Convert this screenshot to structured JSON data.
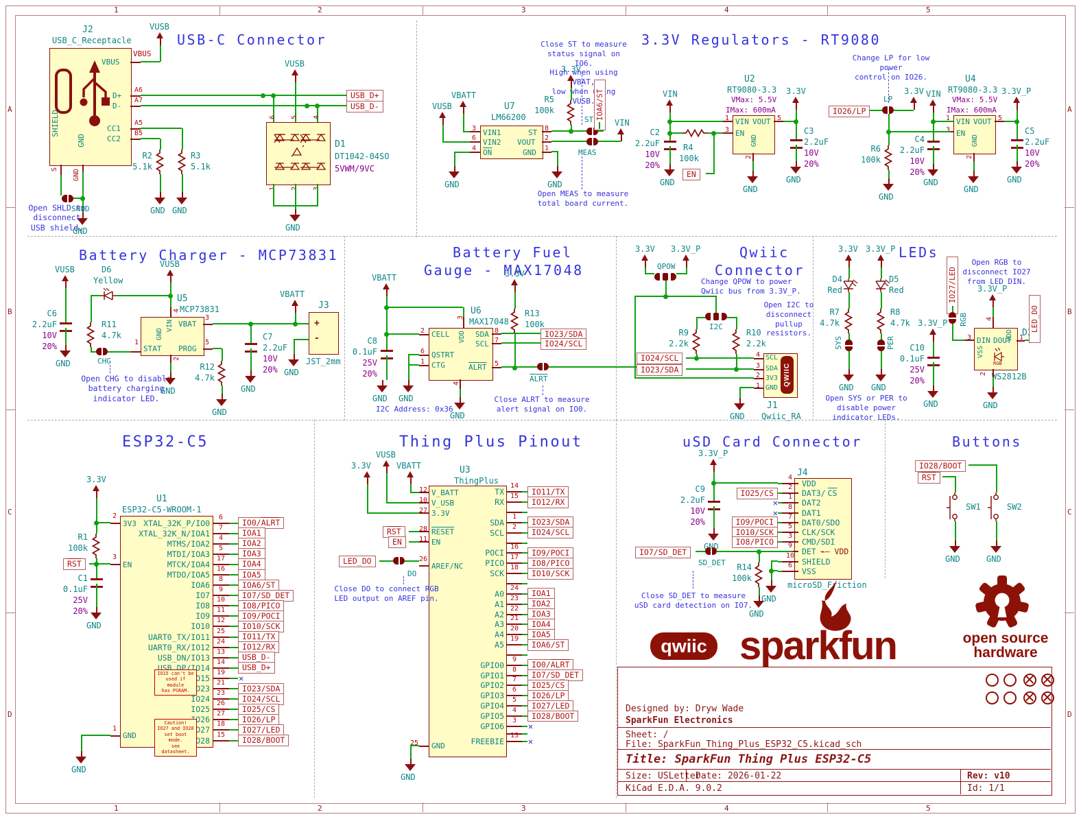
{
  "nets": {
    "gnd": "GND",
    "v33": "3.3V",
    "v33p": "3.3V_P",
    "vusb": "VUSB",
    "vbatt": "VBATT",
    "vin": "VIN",
    "vbus": "VBUS"
  },
  "border": {
    "cols": [
      "1",
      "2",
      "3",
      "4",
      "5"
    ],
    "rows": [
      "A",
      "B",
      "C",
      "D"
    ]
  },
  "flags": {
    "usb_dp": "USB_D+",
    "usb_dm": "USB_D-",
    "ioa6_st": "IOA6/ST",
    "io26_lp": "IO26/LP",
    "io23_sda": "IO23/SDA",
    "io24_scl": "IO24/SCL",
    "io0_pre": "IO0/",
    "alrt": "ALRT",
    "io27_led": "IO27/LED",
    "led_do": "LED_DO",
    "rst": "RST",
    "en": "EN",
    "io7_sddet": "IO7/SD_DET",
    "io25_cs": "IO25/CS",
    "io9_poci": "IO9/POCI",
    "io10_sck": "IO10/SCK",
    "io8_pico": "IO8/PICO",
    "io28_boot": "IO28/BOOT"
  },
  "jp": {
    "shld": "SHLD",
    "st": "ST",
    "meas": "MEAS",
    "lp": "LP",
    "chg": "CHG",
    "alrt": "ALRT",
    "qpow": "QPOW",
    "i2c": "I2C",
    "sys": "SYS",
    "per": "PER",
    "rgb": "RGB",
    "do": "DO",
    "sddet": "SD_DET"
  },
  "parts": {
    "r1": {
      "ref": "R1",
      "val": "100k"
    },
    "r2": {
      "ref": "R2",
      "val": "5.1k"
    },
    "r3": {
      "ref": "R3",
      "val": "5.1k"
    },
    "r4": {
      "ref": "R4",
      "val": "100k"
    },
    "r5": {
      "ref": "R5",
      "val": "100k"
    },
    "r6": {
      "ref": "R6",
      "val": "100k"
    },
    "r7": {
      "ref": "R7",
      "val": "4.7k"
    },
    "r8": {
      "ref": "R8",
      "val": "4.7k"
    },
    "r9": {
      "ref": "R9",
      "val": "2.2k"
    },
    "r10": {
      "ref": "R10",
      "val": "2.2k"
    },
    "r11": {
      "ref": "R11",
      "val": "4.7k"
    },
    "r12": {
      "ref": "R12",
      "val": "4.7k"
    },
    "r13": {
      "ref": "R13",
      "val": "100k"
    },
    "r14": {
      "ref": "R14",
      "val": "100k"
    },
    "c1": {
      "ref": "C1",
      "val": "0.1uF",
      "v": "25V",
      "t": "20%"
    },
    "c2": {
      "ref": "C2",
      "val": "2.2uF",
      "v": "10V",
      "t": "20%"
    },
    "c3": {
      "ref": "C3",
      "val": "2.2uF",
      "v": "10V",
      "t": "20%"
    },
    "c4": {
      "ref": "C4",
      "val": "2.2uF",
      "v": "10V",
      "t": "20%"
    },
    "c5": {
      "ref": "C5",
      "val": "2.2uF",
      "v": "10V",
      "t": "20%"
    },
    "c6": {
      "ref": "C6",
      "val": "2.2uF",
      "v": "10V",
      "t": "20%"
    },
    "c7": {
      "ref": "C7",
      "val": "2.2uF",
      "v": "10V",
      "t": "20%"
    },
    "c8": {
      "ref": "C8",
      "val": "0.1uF",
      "v": "25V",
      "t": "20%"
    },
    "c9": {
      "ref": "C9",
      "val": "2.2uF",
      "v": "10V",
      "t": "20%"
    },
    "c10": {
      "ref": "C10",
      "val": "0.1uF",
      "v": "25V",
      "t": "20%"
    },
    "d1": {
      "ref": "D1",
      "val": "DT1042-04SO",
      "f": "5VWM/9VC"
    },
    "d2": {
      "ref": "D2",
      "val": "WS2812B"
    },
    "d4": {
      "ref": "D4",
      "val": "Red"
    },
    "d5": {
      "ref": "D5",
      "val": "Red"
    },
    "d6": {
      "ref": "D6",
      "val": "Yellow"
    },
    "sw1": "SW1",
    "sw2": "SW2"
  },
  "usb": {
    "title": "USB-C Connector",
    "j2_ref": "J2",
    "j2_val": "USB_C_Receptacle",
    "pins": {
      "vbus": "VBUS",
      "dp": "D+",
      "dm": "D-",
      "cc1": "CC1",
      "cc2": "CC2",
      "shield": "SHIELD",
      "gnd": "GND"
    },
    "nums": {
      "a6": "A6",
      "a7": "A7",
      "a5": "A5",
      "b5": "B5",
      "s": "S",
      "gnd": "GND"
    },
    "vbus_label": "VBUS",
    "d1_nums": {
      "n6": "6",
      "n5": "5",
      "n4": "4",
      "n1": "1",
      "n2": "2",
      "n3": "3"
    },
    "note": "Open SHLD to\ndisconnect\nUSB shield."
  },
  "reg": {
    "title": "3.3V Regulators - RT9080",
    "st_note": "Close ST to measure\nstatus signal on IO6.\nHigh when using VBAT,\nlow when using VUSB.",
    "meas_note": "Open MEAS to measure\ntotal board current.",
    "lp_note": "Change LP for low power\ncontrol on IO26.",
    "u7": {
      "ref": "U7",
      "val": "LM66200",
      "vin1": "VIN1",
      "vin2": "VIN2",
      "on": "ON",
      "st": "ST",
      "vout": "VOUT",
      "gnd": "GND",
      "n3": "3",
      "n6": "6",
      "n4": "4",
      "n8": "8",
      "n2": "2",
      "n1": "1"
    },
    "u2": {
      "ref": "U2",
      "val": "RT9080-3.3",
      "f1": "VMax: 5.5V",
      "f2": "IMax: 600mA"
    },
    "u4": {
      "ref": "U4",
      "val": "RT9080-3.3",
      "f1": "VMax: 5.5V",
      "f2": "IMax: 600mA"
    },
    "rt": {
      "vin": "VIN",
      "en": "EN",
      "vout": "VOUT",
      "gnd": "GND",
      "n1": "1",
      "n3": "3",
      "n5": "5",
      "n2": "2"
    }
  },
  "chg": {
    "title": "Battery Charger - MCP73831",
    "u5": {
      "ref": "U5",
      "val": "MCP73831",
      "stat": "STAT",
      "vbat": "VBAT",
      "prog": "PROG",
      "vin": "VIN",
      "gnd": "GND",
      "n1": "1",
      "n2": "2",
      "n3": "3",
      "n4": "4",
      "n5": "5"
    },
    "j3": {
      "ref": "J3",
      "val": "JST_2mm",
      "plus": "+",
      "minus": "-"
    },
    "note": "Open CHG to disable\nbattery charging\nindicator LED."
  },
  "fg": {
    "title1": "Battery Fuel",
    "title2": "Gauge - MAX17048",
    "u6": {
      "ref": "U6",
      "val": "MAX17048",
      "cell": "CELL",
      "qstrt": "QSTRT",
      "ctg": "CTG",
      "vdd": "VDD",
      "gnd": "GND",
      "sda": "SDA",
      "scl": "SCL",
      "alrt": "ALRT",
      "n2": "2",
      "n6": "6",
      "n1": "1",
      "n3": "3",
      "n4": "4",
      "n8": "8",
      "n7": "7",
      "n5": "5"
    },
    "i2c_addr": "I2C Address: 0x36",
    "note": "Close ALRT to measure\nalert signal on IO0."
  },
  "qw": {
    "title1": "Qwiic",
    "title2": "Connector",
    "qpow_note": "Change QPOW to power\nQwiic bus from 3.3V_P.",
    "i2c_note": "Open I2C to\ndisconnect\npullup resistors.",
    "j1": {
      "ref": "J1",
      "val": "Qwiic_RA",
      "scl": "SCL",
      "sda": "SDA",
      "v3": "3V3",
      "gnd": "GND",
      "n4": "4",
      "n3": "3",
      "n2": "2",
      "n1": "1",
      "logo": "QWIIC"
    }
  },
  "led": {
    "title": "LEDs",
    "sysper_note": "Open SYS or PER to\ndisable power\nindicator LEDs.",
    "rgb_note": "Open RGB to\ndisconnect IO27\nfrom LED DIN.",
    "d2": {
      "din": "DIN",
      "dout": "DOUT",
      "vdd": "VDD",
      "vss": "VSS",
      "rgb": "RGB",
      "n3": "3",
      "n1": "1",
      "n4": "4",
      "n2": "2"
    }
  },
  "esp": {
    "title": "ESP32-C5",
    "u1_ref": "U1",
    "u1_val": "ESP32-C5-WROOM-1",
    "n2": "2",
    "n3": "3",
    "n1": "1",
    "p3v3": "3V3",
    "pen": "EN",
    "pgnd": "GND",
    "note1": "IO15 can't be\nused if module\nhas PSRAM.",
    "note2": "Caution!\nIO27 and IO28\nset boot mode.\nsee datasheet.",
    "right": [
      {
        "num": "6",
        "name": "XTAL_32K_P/IO0",
        "label": "IO0/",
        "label2": "ALRT"
      },
      {
        "num": "7",
        "name": "XTAL_32K_N/IOA1",
        "label": "IOA1"
      },
      {
        "num": "4",
        "name": "MTMS/IOA2",
        "label": "IOA2"
      },
      {
        "num": "5",
        "name": "MTDI/IOA3",
        "label": "IOA3"
      },
      {
        "num": "17",
        "name": "MTCK/IOA4",
        "label": "IOA4"
      },
      {
        "num": "16",
        "name": "MTDO/IOA5",
        "label": "IOA5"
      },
      {
        "num": "8",
        "name": "IOA6",
        "label": "IOA6/ST"
      },
      {
        "num": "9",
        "name": "IO7",
        "label": "IO7/SD_DET"
      },
      {
        "num": "10",
        "name": "IO8",
        "label": "IO8/PICO"
      },
      {
        "num": "11",
        "name": "IO9",
        "label": "IO9/POCI"
      },
      {
        "num": "12",
        "name": "IO10",
        "label": "IO10/SCK"
      },
      {
        "num": "25",
        "name": "UART0_TX/IO11",
        "label": "IO11/TX"
      },
      {
        "num": "24",
        "name": "UART0_RX/IO12",
        "label": "IO12/RX"
      },
      {
        "num": "13",
        "name": "USB_DN/IO13",
        "label": "USB_D-"
      },
      {
        "num": "14",
        "name": "USB_DP/IO14",
        "label": "USB_D+"
      },
      {
        "num": "19",
        "name": "IO15",
        "nc": "✕"
      },
      {
        "num": "21",
        "name": "IO23",
        "label": "IO23/SDA"
      },
      {
        "num": "23",
        "name": "IO24",
        "label": "IO24/SCL"
      },
      {
        "num": "26",
        "name": "IO25",
        "label": "IO25/CS"
      },
      {
        "num": "27",
        "name": "IO26",
        "label": "IO26/LP"
      },
      {
        "num": "18",
        "name": "IO27",
        "label": "IO27/LED"
      },
      {
        "num": "15",
        "name": "IO28",
        "label": "IO28/BOOT"
      }
    ]
  },
  "tp": {
    "title": "Thing Plus Pinout",
    "u3_ref": "U3",
    "u3_val": "ThingPlus",
    "lp": {
      "n12": "12",
      "vbatt": "V_BATT",
      "n10": "10",
      "vusb": "V_USB",
      "n27": "27",
      "v33": "3.3V",
      "n28": "28",
      "reset": "RESET",
      "n11": "11",
      "en": "EN",
      "n26": "26",
      "aref": "AREF/NC",
      "n25": "25",
      "gnd": "GND"
    },
    "do_note": "Close DO to connect RGB\nLED output on AREF pin.",
    "right": [
      {
        "num": "14",
        "name": "TX",
        "label": "IO11/TX"
      },
      {
        "num": "15",
        "name": "RX",
        "label": "IO12/RX"
      },
      {
        "cls": "gap"
      },
      {
        "num": "1",
        "name": "SDA",
        "label": "IO23/SDA"
      },
      {
        "num": "2",
        "name": "SCL",
        "label": "IO24/SCL"
      },
      {
        "cls": "gap"
      },
      {
        "num": "16",
        "name": "POCI",
        "label": "IO9/POCI"
      },
      {
        "num": "17",
        "name": "PICO",
        "label": "IO8/PICO"
      },
      {
        "num": "18",
        "name": "SCK",
        "label": "IO10/SCK"
      },
      {
        "cls": "gap"
      },
      {
        "num": "24",
        "name": "A0",
        "label": "IOA1"
      },
      {
        "num": "23",
        "name": "A1",
        "label": "IOA2"
      },
      {
        "num": "22",
        "name": "A2",
        "label": "IOA3"
      },
      {
        "num": "21",
        "name": "A3",
        "label": "IOA4"
      },
      {
        "num": "20",
        "name": "A4",
        "label": "IOA5"
      },
      {
        "num": "19",
        "name": "A5",
        "label": "IOA6/ST"
      },
      {
        "cls": "gap"
      },
      {
        "num": "9",
        "name": "GPIO0",
        "label": "IO0/",
        "label2": "ALRT"
      },
      {
        "num": "8",
        "name": "GPIO1",
        "label": "IO7/SD_DET"
      },
      {
        "num": "7",
        "name": "GPIO2",
        "label": "IO25/CS"
      },
      {
        "num": "6",
        "name": "GPIO3",
        "label": "IO26/LP"
      },
      {
        "num": "5",
        "name": "GPIO4",
        "label": "IO27/LED"
      },
      {
        "num": "4",
        "name": "GPIO5",
        "label": "IO28/BOOT"
      },
      {
        "num": "3",
        "name": "GPIO6",
        "nc": "✕"
      },
      {
        "cls": "gaph"
      },
      {
        "num": "13",
        "name": "FREEBIE",
        "nc": "✕"
      }
    ]
  },
  "usd": {
    "title": "uSD Card Connector",
    "j4_ref": "J4",
    "j4_val": "microSD_Friction",
    "note": "Close SD_DET to measure\nuSD card detection on IO7.",
    "rows": [
      {
        "num": "4",
        "name": "VDD"
      },
      {
        "num": "2",
        "name": "DAT3/",
        "name2": "CS",
        "label": "IO25/CS"
      },
      {
        "num": "1",
        "name": "DAT2",
        "nc": "✕"
      },
      {
        "num": "8",
        "name": "DAT1",
        "nc": "✕"
      },
      {
        "num": "7",
        "name": "DAT0/SDO",
        "label": "IO9/POCI"
      },
      {
        "num": "5",
        "name": "CLK/SCK",
        "label": "IO10/SCK"
      },
      {
        "num": "3",
        "name": "CMD/SDI",
        "label": "IO8/PICO"
      },
      {
        "num": "9",
        "name": "DET",
        "extra": "⌁– VDD"
      },
      {
        "num": "10",
        "name": "SHIELD"
      },
      {
        "num": "6",
        "name": "VSS"
      }
    ]
  },
  "btn": {
    "title": "Buttons"
  },
  "logos": {
    "qwiic": "qwiic",
    "sparkfun": "sparkfun",
    "oshw1": "open source",
    "oshw2": "hardware"
  },
  "tb": {
    "designed": "Designed by: Dryw Wade",
    "company": "SparkFun Electronics",
    "sheet": "Sheet: /",
    "file": "File: SparkFun_Thing_Plus_ESP32_C5.kicad_sch",
    "title": "Title: SparkFun Thing Plus ESP32-C5",
    "size": "Size: USLetter",
    "date": "Date: 2026-01-22",
    "rev": "Rev: v10",
    "tool": "KiCad E.D.A. 9.0.2",
    "id": "Id: 1/1"
  }
}
